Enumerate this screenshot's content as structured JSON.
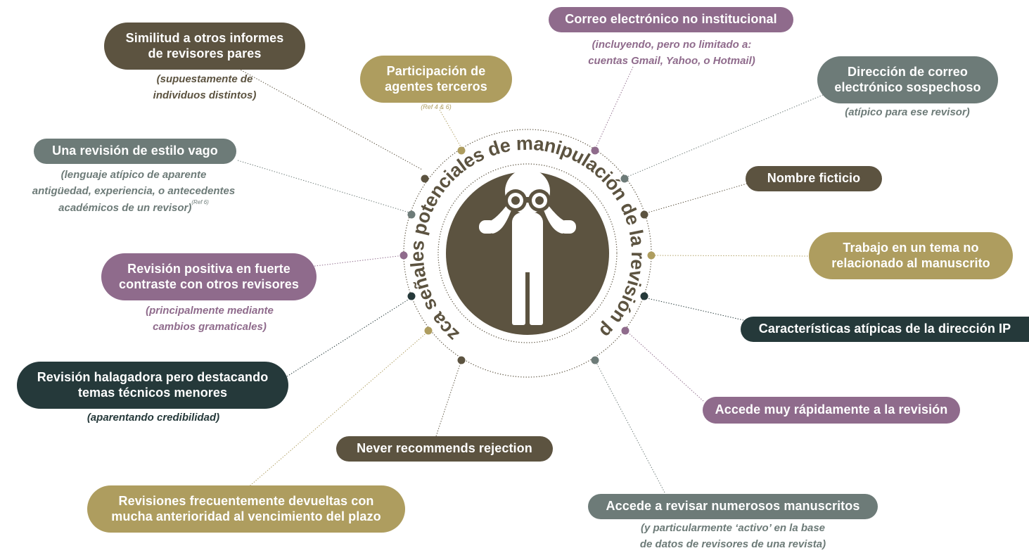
{
  "title": "Reconozca señales potenciales de manipulación de la revisión por pares",
  "center_icon": "person-with-binoculars-icon",
  "colors": {
    "brown": "#5c5340",
    "gold": "#ae9d5f",
    "mauve": "#8f6b8c",
    "slate": "#6d7b78",
    "dark": "#25393a"
  },
  "signals": {
    "similitud": {
      "line1": "Similitud a otros informes",
      "line2": "de revisores pares",
      "note1": "(supuestamente de",
      "note2": "individuos distintos)"
    },
    "terceros": {
      "line1": "Participación de",
      "line2": "agentes terceros",
      "note1": "(Ref 4 & 6)"
    },
    "correo_no_inst": {
      "line1": "Correo electrónico no institucional",
      "note1": "(incluyendo, pero no limitado a:",
      "note2": "cuentas Gmail, Yahoo, o Hotmail)"
    },
    "correo_sospechoso": {
      "line1": "Dirección de correo",
      "line2": "electrónico sospechoso",
      "note1": "(atípico para ese revisor)"
    },
    "vago": {
      "line1": "Una revisión de estilo vago",
      "note1": "(lenguaje atípico de aparente",
      "note2": "antigüedad, experiencia, o antecedentes",
      "note3": "académicos de un revisor)",
      "note3_ref": "(Ref 6)"
    },
    "ficticio": {
      "line1": "Nombre ficticio"
    },
    "tema": {
      "line1": "Trabajo en un tema no",
      "line2": "relacionado al manuscrito"
    },
    "positiva": {
      "line1": "Revisión positiva en fuerte",
      "line2": "contraste con otros revisores",
      "note1": "(principalmente mediante",
      "note2": "cambios gramaticales)"
    },
    "ip": {
      "line1": "Características atípicas de la dirección IP"
    },
    "halagadora": {
      "line1": "Revisión halagadora pero destacando",
      "line2": "temas técnicos menores",
      "note1": "(aparentando credibilidad)"
    },
    "rapido": {
      "line1": "Accede muy rápidamente a la revisión"
    },
    "rejection": {
      "line1": "Never recommends rejection"
    },
    "frecuentes": {
      "line1": "Revisiones frecuentemente devueltas con",
      "line2": "mucha anterioridad al vencimiento del plazo"
    },
    "numerosos": {
      "line1": "Accede a revisar numerosos manuscritos",
      "note1": "(y particularmente ‘activo’ en la base",
      "note2": "de datos de revisores de una revista)"
    }
  }
}
